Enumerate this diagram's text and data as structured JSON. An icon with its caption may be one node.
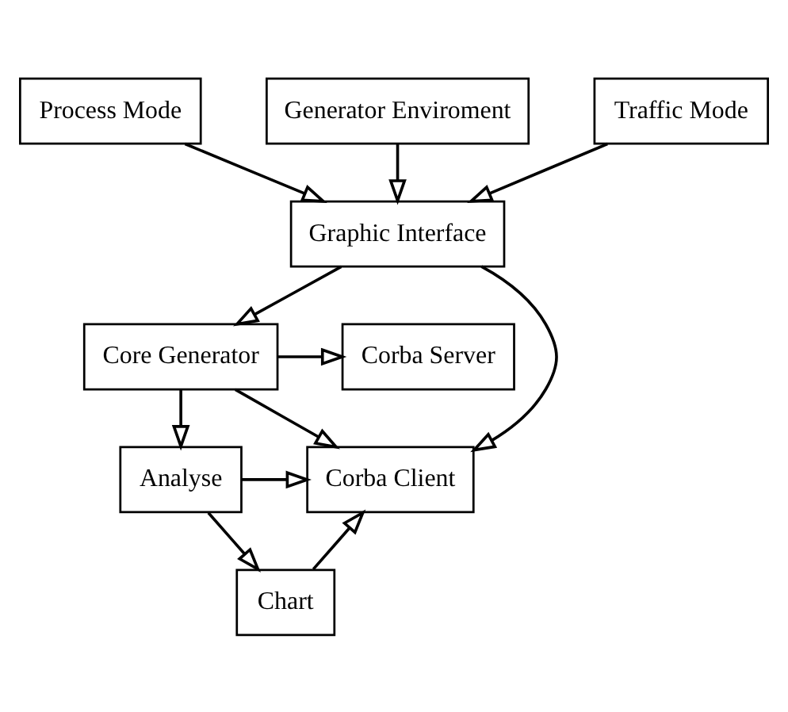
{
  "diagram": {
    "nodes": [
      {
        "text": [
          "Process Mode"
        ]
      },
      {
        "text": [
          "Generator Enviroment"
        ]
      },
      {
        "text": [
          "Traffic Mode"
        ]
      },
      {
        "text": [
          "Graphic Interface"
        ]
      },
      {
        "text": [
          "Corba Server"
        ]
      },
      {
        "text": [
          "Core Generator"
        ]
      },
      {
        "text": [
          "Corba Client"
        ]
      },
      {
        "text": [
          "Analyse"
        ]
      },
      {
        "text": [
          "Chart"
        ]
      }
    ],
    "edges": [
      {
        "from": 0,
        "to": 3,
        "arrow": "to"
      },
      {
        "from": 1,
        "to": 3,
        "arrow": "to"
      },
      {
        "from": 2,
        "to": 3,
        "arrow": "to"
      },
      {
        "from": 3,
        "to": 6,
        "arrow": "to"
      },
      {
        "from": 3,
        "to": 5,
        "arrow": "to"
      },
      {
        "from": 5,
        "to": 4,
        "arrow": "to"
      },
      {
        "from": 5,
        "to": 6,
        "arrow": "to"
      },
      {
        "from": 5,
        "to": 7,
        "arrow": "to"
      },
      {
        "from": 7,
        "to": 6,
        "arrow": "to"
      },
      {
        "from": 7,
        "to": 8,
        "arrow": "to"
      },
      {
        "from": 8,
        "to": 6,
        "arrow": "to"
      }
    ]
  }
}
